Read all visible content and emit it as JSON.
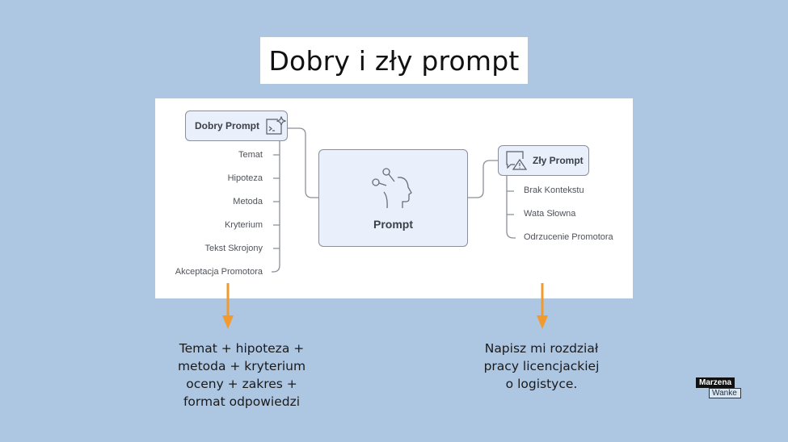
{
  "slide": {
    "title": "Dobry i zły prompt",
    "background_color": "#adc6e2"
  },
  "diagram": {
    "center_node": {
      "label": "Prompt",
      "icon": "head-nodes-icon"
    },
    "good_node": {
      "label": "Dobry Prompt",
      "icon": "terminal-sparkle-icon",
      "items": [
        "Temat",
        "Hipoteza",
        "Metoda",
        "Kryterium",
        "Tekst Skrojony",
        "Akceptacja Promotora"
      ]
    },
    "bad_node": {
      "label": "Zły Prompt",
      "icon": "chat-warning-icon",
      "items": [
        "Brak Kontekstu",
        "Wata Słowna",
        "Odrzucenie Promotora"
      ]
    },
    "node_fill": "#e9effb",
    "line_color": "#8a8f99"
  },
  "captions": {
    "good": [
      "Temat + hipoteza +",
      "metoda + kryterium",
      "oceny + zakres +",
      "format odpowiedzi"
    ],
    "bad": [
      "Napisz mi rozdział",
      "pracy licencjackiej",
      "o logistyce."
    ]
  },
  "arrow_color": "#f39a2e",
  "logo": {
    "line1": "Marzena",
    "line2": "Wanke"
  }
}
